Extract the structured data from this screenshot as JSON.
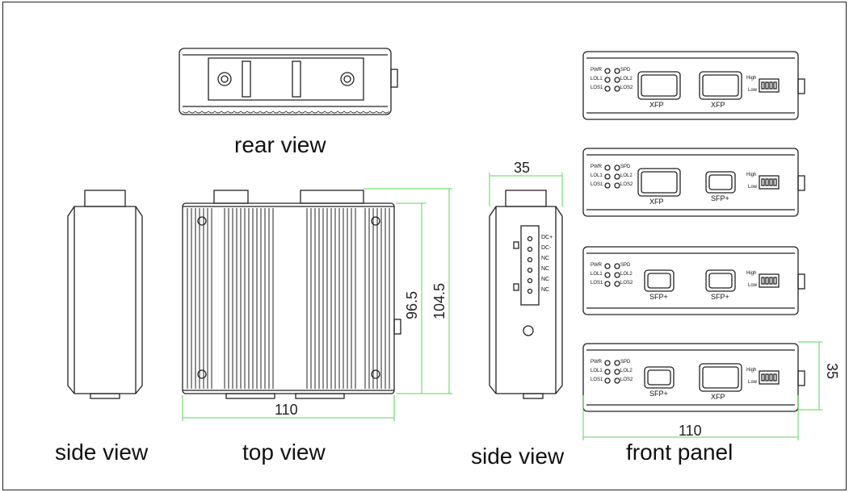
{
  "captions": {
    "rear": "rear view",
    "side_left": "side view",
    "top": "top view",
    "side_right": "side view",
    "front": "front panel"
  },
  "dimensions": {
    "top_width": "110",
    "top_h1": "96.5",
    "top_h2": "104.5",
    "side_width": "35",
    "front_width": "110",
    "front_height": "35"
  },
  "terminal_pins": [
    "DC+",
    "DC-",
    "NC",
    "NC",
    "NC",
    "NC"
  ],
  "front_panels": [
    {
      "ports": [
        "XFP",
        "XFP"
      ]
    },
    {
      "ports": [
        "XFP",
        "SFP+"
      ]
    },
    {
      "ports": [
        "SFP+",
        "SFP+"
      ]
    },
    {
      "ports": [
        "SFP+",
        "XFP"
      ]
    }
  ],
  "leds": {
    "row1": [
      "PWR",
      "SPD"
    ],
    "row2": [
      "LOL1",
      "LOL2"
    ],
    "row3": [
      "LOS1",
      "LOS2"
    ]
  },
  "dip_switch": {
    "high": "High",
    "low": "Low"
  }
}
